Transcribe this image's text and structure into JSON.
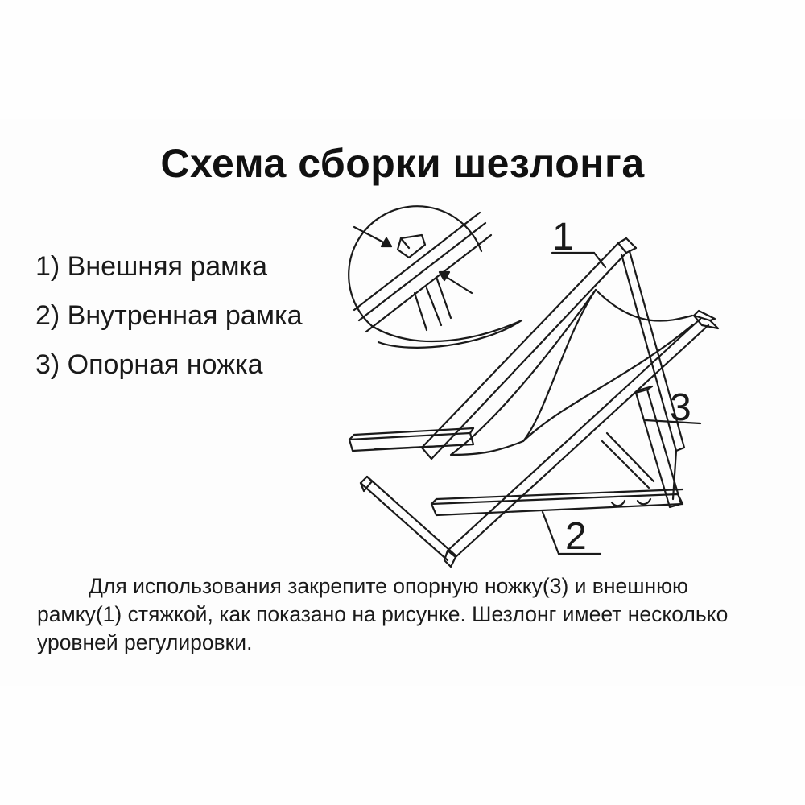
{
  "title": "Схема сборки шезлонга",
  "legend": [
    "1) Внешняя рамка",
    "2) Внутренная рамка",
    "3) Опорная ножка"
  ],
  "callouts": [
    "1",
    "2",
    "3"
  ],
  "instructions": "Для использования закрепите опорную ножку(3) и внешнюю рамку(1) стяжкой, как показано на рисунке. Шезлонг имеет несколько уровней регулировки."
}
